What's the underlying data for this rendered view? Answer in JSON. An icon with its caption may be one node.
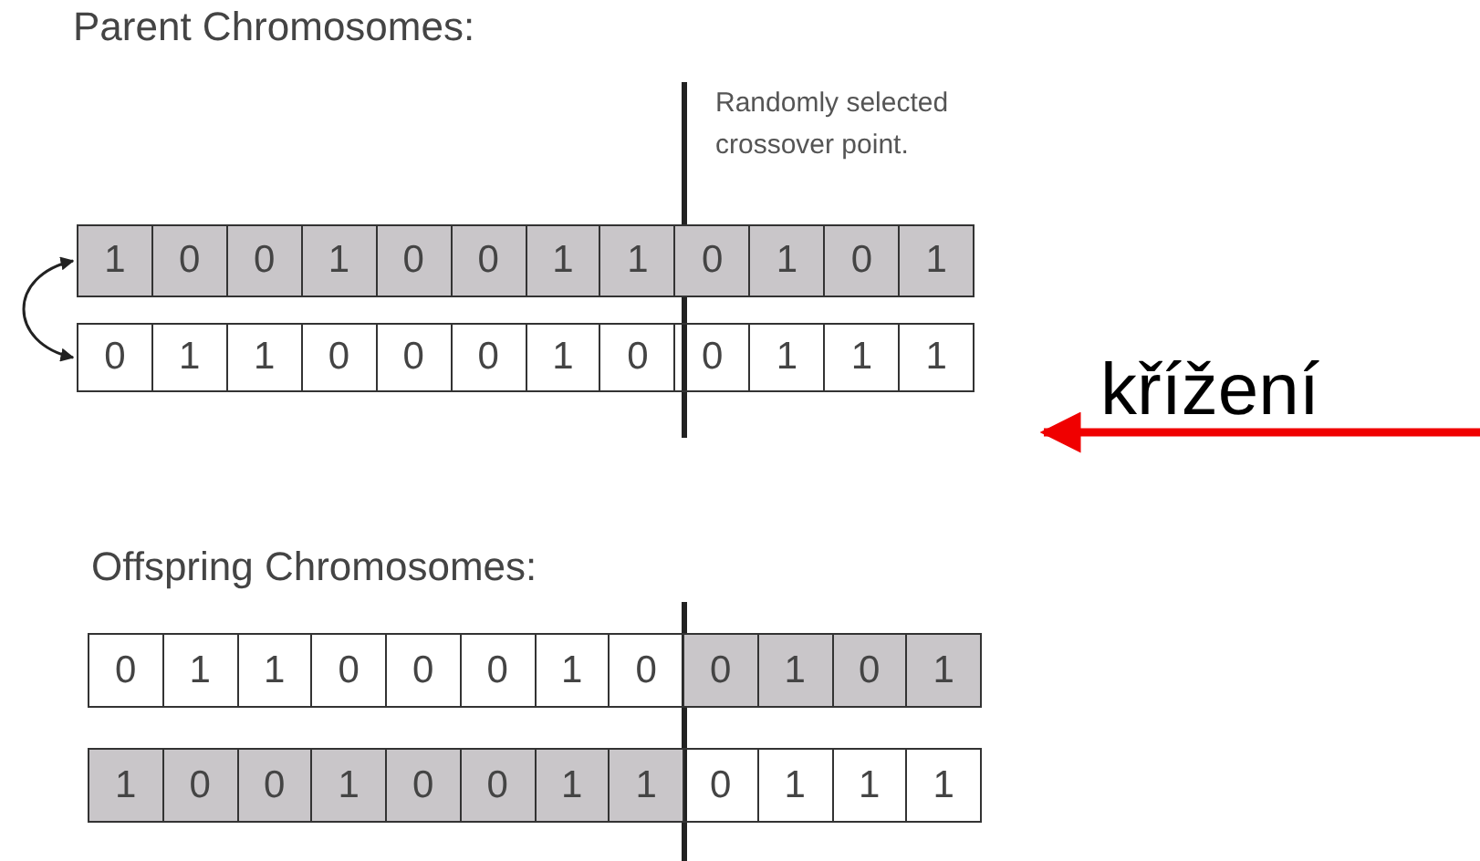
{
  "diagram": {
    "nodes": [
      {
        "text": [],
        "shape": "bar"
      },
      {
        "text": [
          "1"
        ],
        "in": 0
      },
      {
        "text": [
          "0"
        ],
        "in": 0
      },
      {
        "text": [
          "0"
        ],
        "in": 0
      },
      {
        "text": [
          "1"
        ],
        "in": 0
      },
      {
        "text": [
          "0"
        ],
        "in": 0
      },
      {
        "text": [
          "0"
        ],
        "in": 0
      },
      {
        "text": [
          "1"
        ],
        "in": 0
      },
      {
        "text": [
          "1"
        ],
        "in": 0
      },
      {
        "text": [
          "0"
        ],
        "in": 0
      },
      {
        "text": [
          "1"
        ],
        "in": 0
      },
      {
        "text": [
          "0"
        ],
        "in": 0
      },
      {
        "text": [
          "1"
        ],
        "in": 0
      },
      {
        "text": [],
        "shape": "bar"
      },
      {
        "text": [
          "0"
        ],
        "in": 13
      },
      {
        "text": [
          "1"
        ],
        "in": 13
      },
      {
        "text": [
          "1"
        ],
        "in": 13
      },
      {
        "text": [
          "0"
        ],
        "in": 13
      },
      {
        "text": [
          "0"
        ],
        "in": 13
      },
      {
        "text": [
          "0"
        ],
        "in": 13
      },
      {
        "text": [
          "1"
        ],
        "in": 13
      },
      {
        "text": [
          "0"
        ],
        "in": 13
      },
      {
        "text": [
          "0"
        ],
        "in": 13
      },
      {
        "text": [
          "1"
        ],
        "in": 13
      },
      {
        "text": [
          "1"
        ],
        "in": 13
      },
      {
        "text": [
          "1"
        ],
        "in": 13
      },
      {
        "text": [],
        "shape": "bar"
      },
      {
        "text": [
          "0"
        ],
        "in": 26
      },
      {
        "text": [
          "1"
        ],
        "in": 26
      },
      {
        "text": [
          "1"
        ],
        "in": 26
      },
      {
        "text": [
          "0"
        ],
        "in": 26
      },
      {
        "text": [
          "0"
        ],
        "in": 26
      },
      {
        "text": [
          "0"
        ],
        "in": 26
      },
      {
        "text": [
          "1"
        ],
        "in": 26
      },
      {
        "text": [
          "0"
        ],
        "in": 26
      },
      {
        "text": [
          "0"
        ],
        "in": 26
      },
      {
        "text": [
          "1"
        ],
        "in": 26
      },
      {
        "text": [
          "0"
        ],
        "in": 26
      },
      {
        "text": [
          "1"
        ],
        "in": 26
      },
      {
        "text": [],
        "shape": "bar"
      },
      {
        "text": [
          "1"
        ],
        "in": 39
      },
      {
        "text": [
          "0"
        ],
        "in": 39
      },
      {
        "text": [
          "0"
        ],
        "in": 39
      },
      {
        "text": [
          "1"
        ],
        "in": 39
      },
      {
        "text": [
          "0"
        ],
        "in": 39
      },
      {
        "text": [
          "0"
        ],
        "in": 39
      },
      {
        "text": [
          "1"
        ],
        "in": 39
      },
      {
        "text": [
          "1"
        ],
        "in": 39
      },
      {
        "text": [
          "0"
        ],
        "in": 39
      },
      {
        "text": [
          "1"
        ],
        "in": 39
      },
      {
        "text": [
          "1"
        ],
        "in": 39
      },
      {
        "text": [
          "1"
        ],
        "in": 39
      }
    ],
    "edges": [
      {
        "from": 0,
        "to": 13,
        "arrow": "both"
      }
    ],
    "labels": [
      "Parent Chromosomes:",
      "Randomly selected crossover point.",
      "křížení",
      "Offspring Chromosomes:"
    ]
  }
}
